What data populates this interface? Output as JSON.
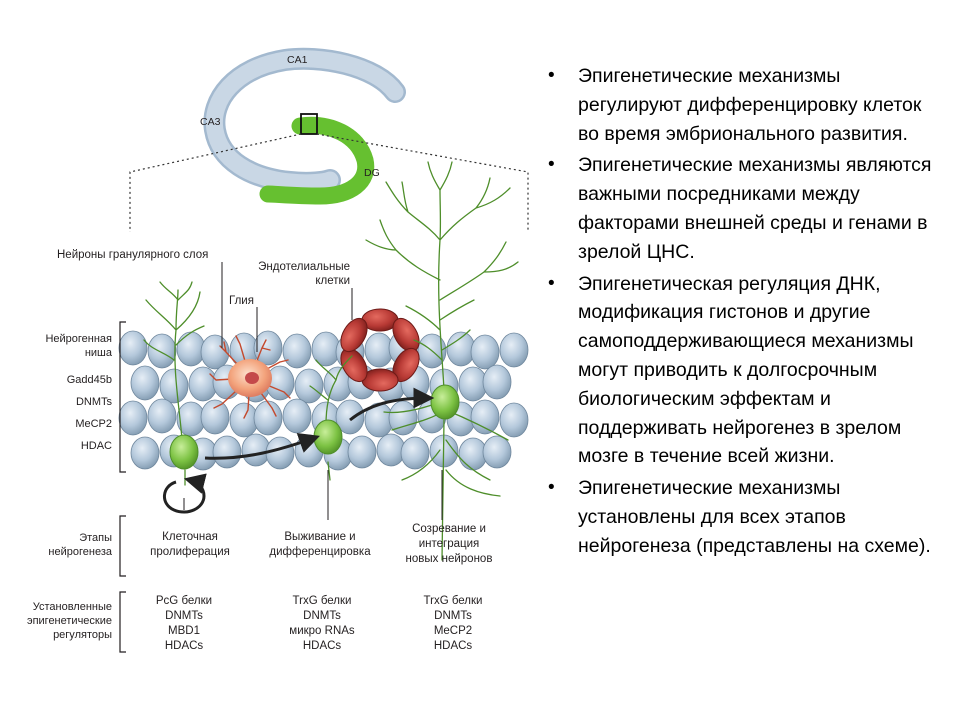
{
  "hippocampus": {
    "ca1": "CA1",
    "ca3": "CA3",
    "dg": "DG"
  },
  "labels": {
    "granule_neurons": "Нейроны гранулярного слоя",
    "glia": "Глия",
    "endothelial_line1": "Эндотелиальные",
    "endothelial_line2": "клетки"
  },
  "side_labels": {
    "niche_line1": "Нейрогенная",
    "niche_line2": "ниша",
    "niche_factors": [
      "Gadd45b",
      "DNMTs",
      "MeCP2",
      "HDAC"
    ],
    "stages_line1": "Этапы",
    "stages_line2": "нейрогенеза",
    "regulators_line1": "Установленные",
    "regulators_line2": "эпигенетические",
    "regulators_line3": "регуляторы"
  },
  "stages": [
    {
      "lines": [
        "Клеточная",
        "пролиферация"
      ]
    },
    {
      "lines": [
        "Выживание и",
        "дифференцировка"
      ]
    },
    {
      "lines": [
        "Созревание и",
        "интеграция",
        "новых нейронов"
      ]
    }
  ],
  "regulators": [
    [
      "PcG белки",
      "DNMTs",
      "MBD1",
      "HDACs"
    ],
    [
      "TrxG белки",
      "DNMTs",
      "микро RNAs",
      "HDACs"
    ],
    [
      "TrxG белки",
      "DNMTs",
      "MeCP2",
      "HDACs"
    ]
  ],
  "bullets": [
    "Эпигенетические механизмы регулируют дифференцировку клеток во время эмбрионального развития.",
    "Эпигенетические механизмы являются важными посредниками между факторами внешней среды и генами в зрелой ЦНС.",
    "Эпигенетическая регуляция ДНК, модификация гистонов и другие самоподдерживающиеся механизмы могут приводить к долгосрочным биологическим эффектам и поддерживать нейрогенез в зрелом мозге в течение всей жизни.",
    "Эпигенетические механизмы установлены для всех этапов нейрогенеза (представлены на схеме)."
  ],
  "colors": {
    "ca_region": "#b7c9db",
    "dentate_gyrus": "#6fca3a",
    "neuron": "#7cc243",
    "tissue_cell": "#a9bfd3",
    "endothelial": "#b83a35",
    "glia": "#f3a37c"
  }
}
